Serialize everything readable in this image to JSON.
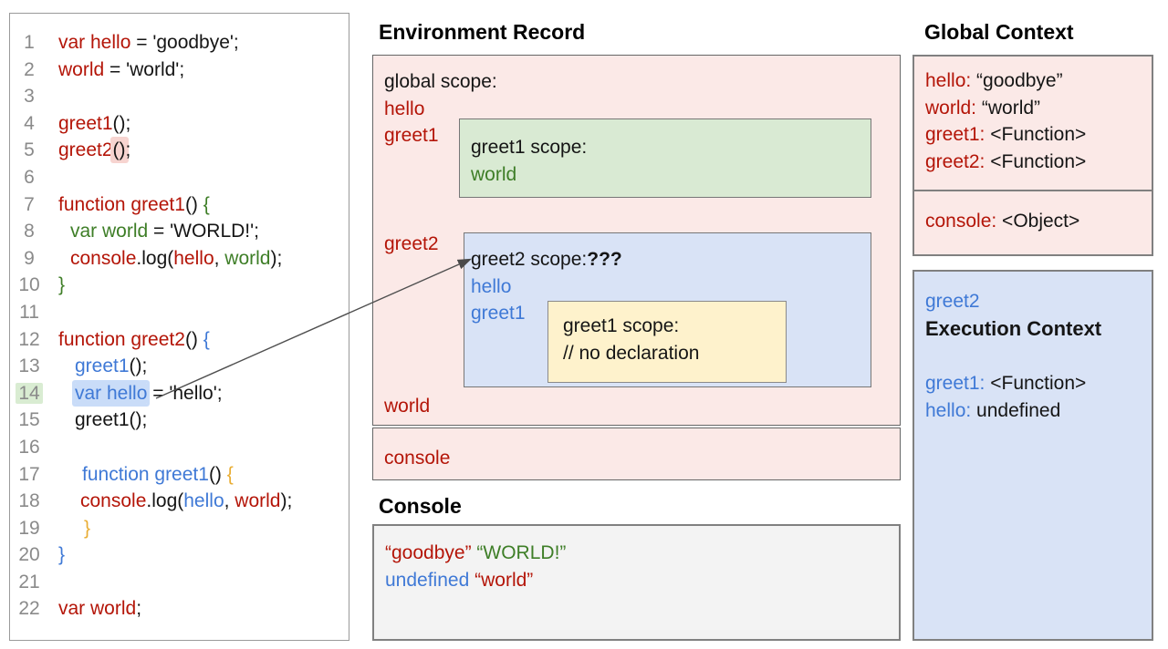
{
  "palette": {
    "black": "#151515",
    "red": "#b41508",
    "green": "#3e7e27",
    "blue": "#3f79d6",
    "gold": "#e9ad33",
    "gray": "#8a8a8a"
  },
  "highlights": {
    "pink": "#f7d4d0",
    "hlblue": "#c9dcf8",
    "hlgreen": "#d9ecd2"
  },
  "editor": {
    "lines": [
      {
        "n": "1",
        "indent": 0,
        "tokens": [
          {
            "t": "var hello",
            "c": "red"
          },
          {
            "t": " = 'goodbye';"
          }
        ]
      },
      {
        "n": "2",
        "indent": 0,
        "tokens": [
          {
            "t": "world",
            "c": "red"
          },
          {
            "t": " = 'world';"
          }
        ]
      },
      {
        "n": "3",
        "indent": 0,
        "tokens": []
      },
      {
        "n": "4",
        "indent": 0,
        "tokens": [
          {
            "t": "greet1",
            "c": "red"
          },
          {
            "t": "();"
          }
        ]
      },
      {
        "n": "5",
        "indent": 0,
        "tokens": [
          {
            "t": "greet2",
            "c": "red"
          },
          {
            "t": "()",
            "bg": "pink"
          },
          {
            "t": ";"
          }
        ]
      },
      {
        "n": "6",
        "indent": 0,
        "tokens": []
      },
      {
        "n": "7",
        "indent": 0,
        "tokens": [
          {
            "t": "function greet1",
            "c": "red"
          },
          {
            "t": "() "
          },
          {
            "t": "{",
            "c": "green"
          }
        ]
      },
      {
        "n": "8",
        "indent": 13,
        "tokens": [
          {
            "t": "var world",
            "c": "green"
          },
          {
            "t": " = 'WORLD!';"
          }
        ]
      },
      {
        "n": "9",
        "indent": 13,
        "tokens": [
          {
            "t": "console",
            "c": "red"
          },
          {
            "t": ".log("
          },
          {
            "t": "hello",
            "c": "red"
          },
          {
            "t": ", "
          },
          {
            "t": "world",
            "c": "green"
          },
          {
            "t": ");"
          }
        ]
      },
      {
        "n": "10",
        "indent": 0,
        "tokens": [
          {
            "t": "}",
            "c": "green"
          }
        ]
      },
      {
        "n": "11",
        "indent": 0,
        "tokens": []
      },
      {
        "n": "12",
        "indent": 0,
        "tokens": [
          {
            "t": "function greet2",
            "c": "red"
          },
          {
            "t": "() "
          },
          {
            "t": "{",
            "c": "blue"
          }
        ]
      },
      {
        "n": "13",
        "indent": 18,
        "tokens": [
          {
            "t": "greet1",
            "c": "blue"
          },
          {
            "t": "();"
          }
        ]
      },
      {
        "n": "14",
        "indent": 18,
        "numbg": "hlgreen",
        "tokens": [
          {
            "t": "var hello",
            "c": "blue",
            "bg": "hlblue"
          },
          {
            "t": " = 'hello';"
          }
        ]
      },
      {
        "n": "15",
        "indent": 18,
        "tokens": [
          {
            "t": "greet1();"
          }
        ]
      },
      {
        "n": "16",
        "indent": 0,
        "tokens": []
      },
      {
        "n": "17",
        "indent": 26,
        "tokens": [
          {
            "t": "function greet1",
            "c": "blue"
          },
          {
            "t": "() "
          },
          {
            "t": "{",
            "c": "gold"
          }
        ]
      },
      {
        "n": "18",
        "indent": 24,
        "tokens": [
          {
            "t": "console",
            "c": "red"
          },
          {
            "t": ".log("
          },
          {
            "t": "hello",
            "c": "blue"
          },
          {
            "t": ", "
          },
          {
            "t": "world",
            "c": "red"
          },
          {
            "t": ");"
          }
        ]
      },
      {
        "n": "19",
        "indent": 28,
        "tokens": [
          {
            "t": "}",
            "c": "gold"
          }
        ]
      },
      {
        "n": "20",
        "indent": 0,
        "tokens": [
          {
            "t": "}",
            "c": "blue"
          }
        ]
      },
      {
        "n": "21",
        "indent": 0,
        "tokens": []
      },
      {
        "n": "22",
        "indent": 0,
        "tokens": [
          {
            "t": "var world",
            "c": "red"
          },
          {
            "t": ";"
          }
        ]
      }
    ]
  },
  "env_record": {
    "title": "Environment Record",
    "global_lines": [
      [
        {
          "t": "global scope:"
        }
      ],
      [
        {
          "t": "hello",
          "c": "red"
        }
      ],
      [
        {
          "t": "greet1",
          "c": "red"
        }
      ]
    ],
    "greet2_label": [
      [
        {
          "t": "greet2",
          "c": "red"
        }
      ]
    ],
    "world_label": [
      [
        {
          "t": "world",
          "c": "red"
        }
      ]
    ],
    "console_label": [
      [
        {
          "t": "console",
          "c": "red"
        }
      ]
    ],
    "greet1_box_lines": [
      [
        {
          "t": "greet1 scope:"
        }
      ],
      [
        {
          "t": "world",
          "c": "green"
        }
      ]
    ],
    "greet2_box_lines": [
      [
        {
          "t": "greet2 scope:"
        },
        {
          "t": "???",
          "b": true
        }
      ],
      [
        {
          "t": "hello",
          "c": "blue"
        }
      ],
      [
        {
          "t": "greet1",
          "c": "blue"
        }
      ]
    ],
    "greet1_inner_lines": [
      [
        {
          "t": "greet1 scope:"
        }
      ],
      [
        {
          "t": "// no declaration"
        }
      ]
    ]
  },
  "console_panel": {
    "title": "Console",
    "lines": [
      [
        {
          "t": "“goodbye”",
          "c": "red"
        },
        {
          "t": " "
        },
        {
          "t": "“WORLD!”",
          "c": "green"
        }
      ],
      [
        {
          "t": "undefined",
          "c": "blue"
        },
        {
          "t": " "
        },
        {
          "t": "“world”",
          "c": "red"
        }
      ]
    ]
  },
  "global_context": {
    "title": "Global Context",
    "section1": [
      [
        {
          "t": "hello:",
          "c": "red"
        },
        {
          "t": " “goodbye”"
        }
      ],
      [
        {
          "t": "world:",
          "c": "red"
        },
        {
          "t": " “world”"
        }
      ],
      [
        {
          "t": "greet1:",
          "c": "red"
        },
        {
          "t": " <Function>"
        }
      ],
      [
        {
          "t": "greet2:",
          "c": "red"
        },
        {
          "t": " <Function>"
        }
      ]
    ],
    "section2": [
      [
        {
          "t": "console:",
          "c": "red"
        },
        {
          "t": " <Object>"
        }
      ]
    ]
  },
  "execution_context": {
    "lines": [
      [
        {
          "t": "greet2",
          "c": "blue"
        }
      ],
      [
        {
          "t": "Execution Context",
          "b": true,
          "big": true
        }
      ],
      [],
      [
        {
          "t": "greet1:",
          "c": "blue"
        },
        {
          "t": " <Function>"
        }
      ],
      [
        {
          "t": "hello:",
          "c": "blue"
        },
        {
          "t": " undefined"
        }
      ]
    ]
  }
}
